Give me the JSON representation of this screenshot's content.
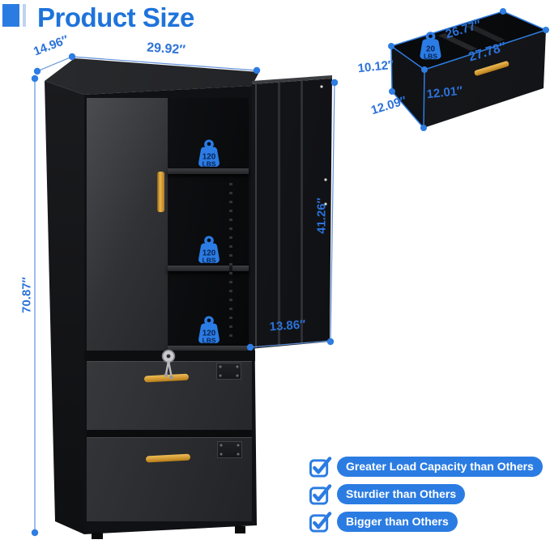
{
  "header": {
    "title": "Product Size"
  },
  "dims": {
    "cabinet_depth": "14.96″",
    "cabinet_width": "29.92″",
    "cabinet_height": "70.87″",
    "door_height": "41.26″",
    "door_width": "13.86″",
    "drawer_top_width": "26.77″",
    "drawer_left_height": "10.12″",
    "drawer_front_width": "27.78″",
    "drawer_front_height": "12.01″",
    "drawer_depth": "12.09″"
  },
  "capacity": {
    "shelf_value": "120",
    "shelf_unit": "LBS",
    "drawer_value": "20",
    "drawer_unit": "LBS"
  },
  "features": [
    {
      "label": "Greater Load Capacity than Others"
    },
    {
      "label": "Sturdier than Others"
    },
    {
      "label": "Bigger than Others"
    }
  ],
  "colors": {
    "accent_blue": "#2b7ce2",
    "title_blue": "#1e73db",
    "gold": "#d99c2e",
    "cabinet_black": "#1a1b1e"
  }
}
